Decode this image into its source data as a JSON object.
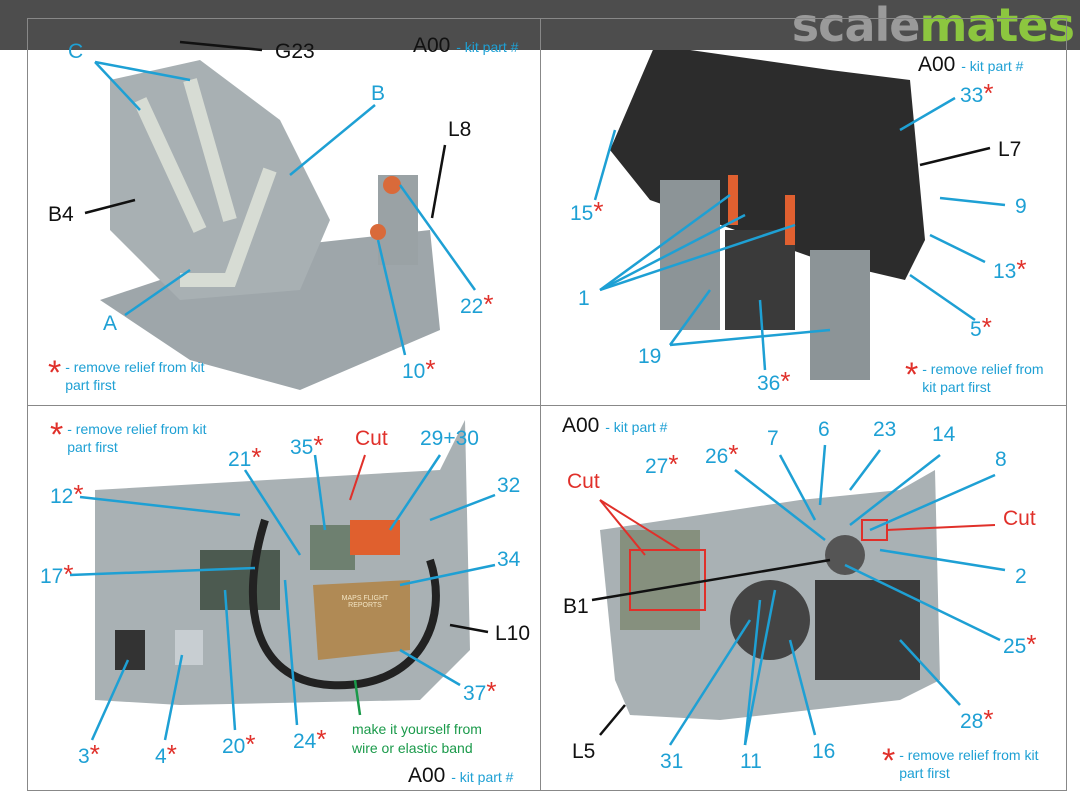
{
  "watermark": {
    "part1": "scale",
    "part2": "mates"
  },
  "kit_part_label": {
    "code": "A00",
    "text": "- kit part #"
  },
  "relief_note": "- remove relief from kit part first",
  "panel_seat": {
    "labels": {
      "C": "C",
      "G23": "G23",
      "B": "B",
      "L8": "L8",
      "B4": "B4",
      "n22": "22",
      "A": "A",
      "n10": "10"
    }
  },
  "panel_instruments": {
    "labels": {
      "n33": "33",
      "L7": "L7",
      "n15": "15",
      "n9": "9",
      "n13": "13",
      "n1": "1",
      "n5": "5",
      "n19": "19",
      "n36": "36"
    },
    "note": "- remove relief from kit part first"
  },
  "panel_left_wall": {
    "labels": {
      "n21": "21",
      "n35": "35",
      "cut": "Cut",
      "n2930": "29+30",
      "n12": "12",
      "n32": "32",
      "n17": "17",
      "n34": "34",
      "L10": "L10",
      "n3": "3",
      "n4": "4",
      "n20": "20",
      "n24": "24",
      "n37": "37"
    },
    "bag_text": "MAPS FLIGHT REPORTS",
    "green_note": "make it yourself from wire or elastic band"
  },
  "panel_right_wall": {
    "labels": {
      "n27": "27",
      "n26": "26",
      "n7": "7",
      "n6": "6",
      "n23": "23",
      "n14": "14",
      "n8": "8",
      "cut1": "Cut",
      "cut2": "Cut",
      "n2": "2",
      "B1": "B1",
      "n25": "25",
      "n28": "28",
      "L5": "L5",
      "n31": "31",
      "n11": "11",
      "n16": "16"
    }
  },
  "colors": {
    "label": "#1ea0d4",
    "star": "#e0302a",
    "resin_gray": "#a9b1b4",
    "green_note": "#1a9a4a"
  }
}
